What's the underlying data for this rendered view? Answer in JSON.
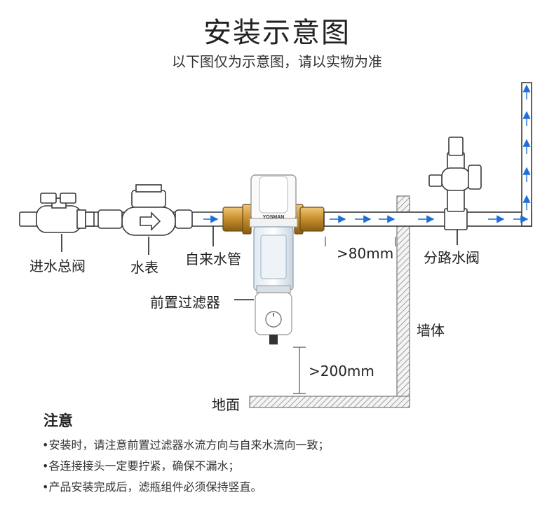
{
  "title": "安装示意图",
  "subtitle": "以下图仅为示意图，请以实物为准",
  "labels": {
    "main_valve": "进水总阀",
    "water_meter": "水表",
    "tap_pipe": "自来水管",
    "pre_filter": "前置过滤器",
    "branch_valve": "分路水阀",
    "wall": "墙体",
    "floor": "地面",
    "dist_wall": ">80mm",
    "dist_floor": ">200mm"
  },
  "brand": "YOSMAN",
  "notes": {
    "title": "注意",
    "items": [
      "•安装时，请注意前置过滤器水流方向与自来水流向一致；",
      "•各连接接头一定要拧紧，确保不漏水；",
      "•产品安装完成后，滤瓶组件必须保持竖直。"
    ]
  },
  "colors": {
    "pipe_stroke": "#3a3a3a",
    "flow_arrow": "#1e6fd9",
    "brass": "#c9963d",
    "wall_hatch": "#9a9a9a"
  }
}
